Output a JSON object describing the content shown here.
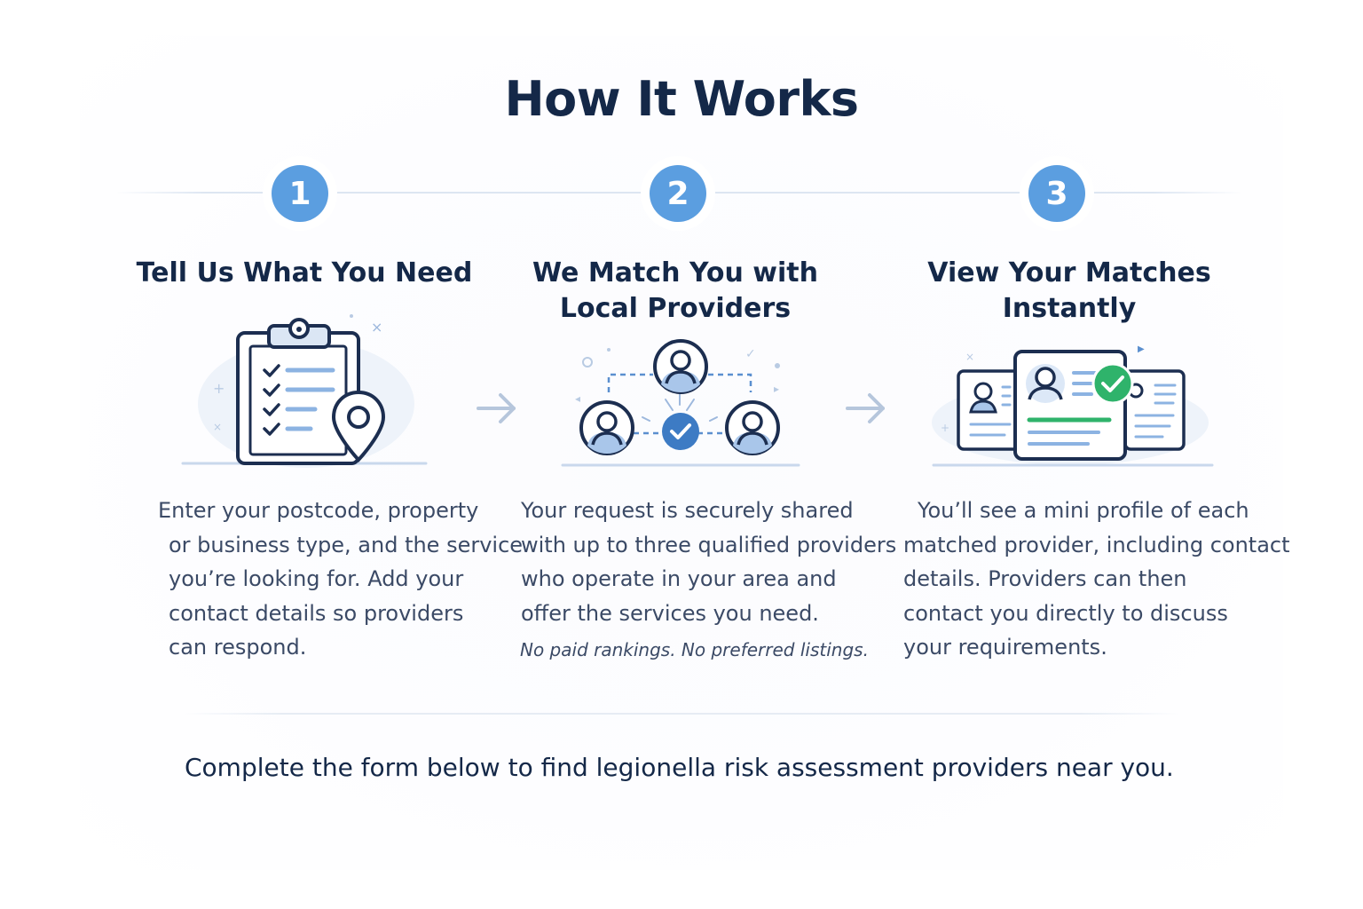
{
  "title": "How It Works",
  "steps": [
    {
      "number": "1",
      "title_lines": [
        "Tell Us What You Need"
      ],
      "description_lines": [
        "Enter your postcode, property",
        "or business type, and the service",
        "you’re looking for. Add your",
        "contact details so providers",
        "can respond."
      ],
      "icon": "clipboard-checklist-location-icon"
    },
    {
      "number": "2",
      "title_lines": [
        "We Match You with",
        "Local Providers"
      ],
      "description_lines": [
        "Your request is securely shared",
        "with up to three qualified providers",
        "who operate in your area and",
        "offer the services you need."
      ],
      "note": "No paid rankings. No preferred listings.",
      "icon": "provider-network-match-icon"
    },
    {
      "number": "3",
      "title_lines": [
        "View Your Matches",
        "Instantly"
      ],
      "description_lines": [
        "You’ll see a mini profile of each",
        "matched provider, including contact",
        "details. Providers can then",
        "contact you directly to discuss",
        "your requirements."
      ],
      "icon": "profile-cards-verified-icon"
    }
  ],
  "cta": "Complete the form below to find legionella risk assessment providers near you.",
  "colors": {
    "badge": "#5b9ee0",
    "heading": "#142848",
    "body": "#3b4a66",
    "check_green": "#2fb36b",
    "accent_blue": "#3d7bc4"
  }
}
